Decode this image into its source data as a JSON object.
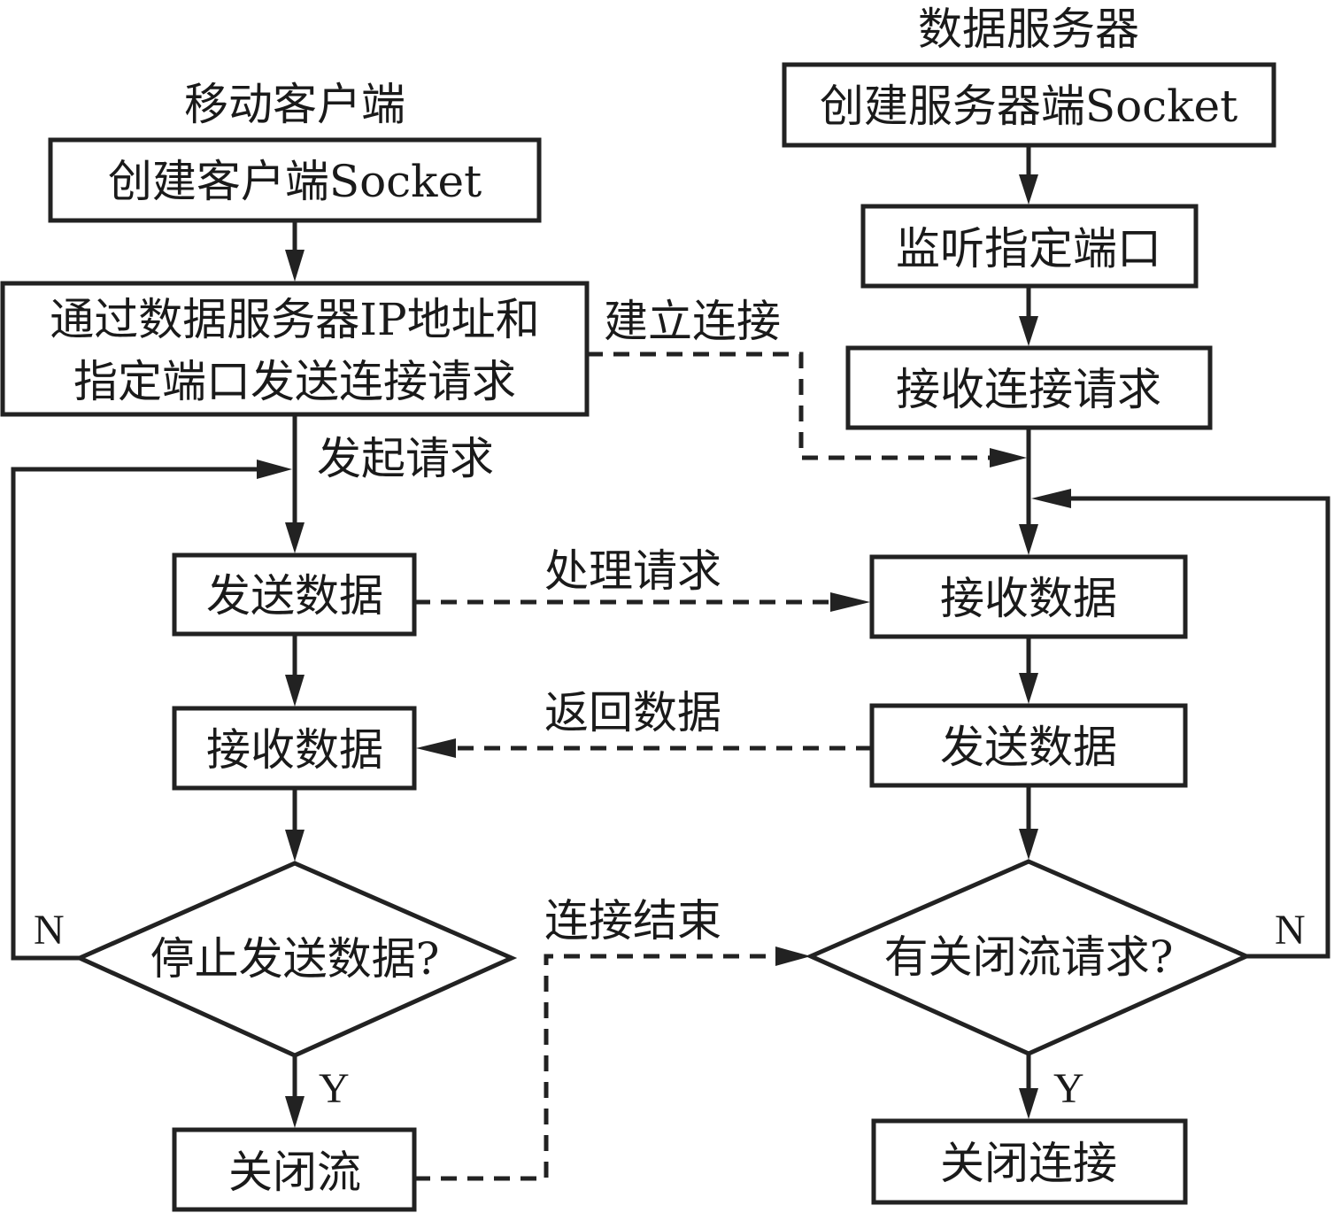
{
  "client": {
    "title": "移动客户端",
    "create_socket": "创建客户端Socket",
    "connect_line1": "通过数据服务器IP地址和",
    "connect_line2": "指定端口发送连接请求",
    "send_data": "发送数据",
    "receive_data": "接收数据",
    "decision": "停止发送数据?",
    "close_stream": "关闭流",
    "no_label": "N",
    "yes_label": "Y"
  },
  "server": {
    "title": "数据服务器",
    "create_socket": "创建服务器端Socket",
    "listen_port": "监听指定端口",
    "accept_request": "接收连接请求",
    "receive_data": "接收数据",
    "send_data": "发送数据",
    "decision": "有关闭流请求?",
    "close_connection": "关闭连接",
    "no_label": "N",
    "yes_label": "Y"
  },
  "edges": {
    "establish_connection": "建立连接",
    "initiate_request": "发起请求",
    "process_request": "处理请求",
    "return_data": "返回数据",
    "connection_end": "连接结束"
  }
}
